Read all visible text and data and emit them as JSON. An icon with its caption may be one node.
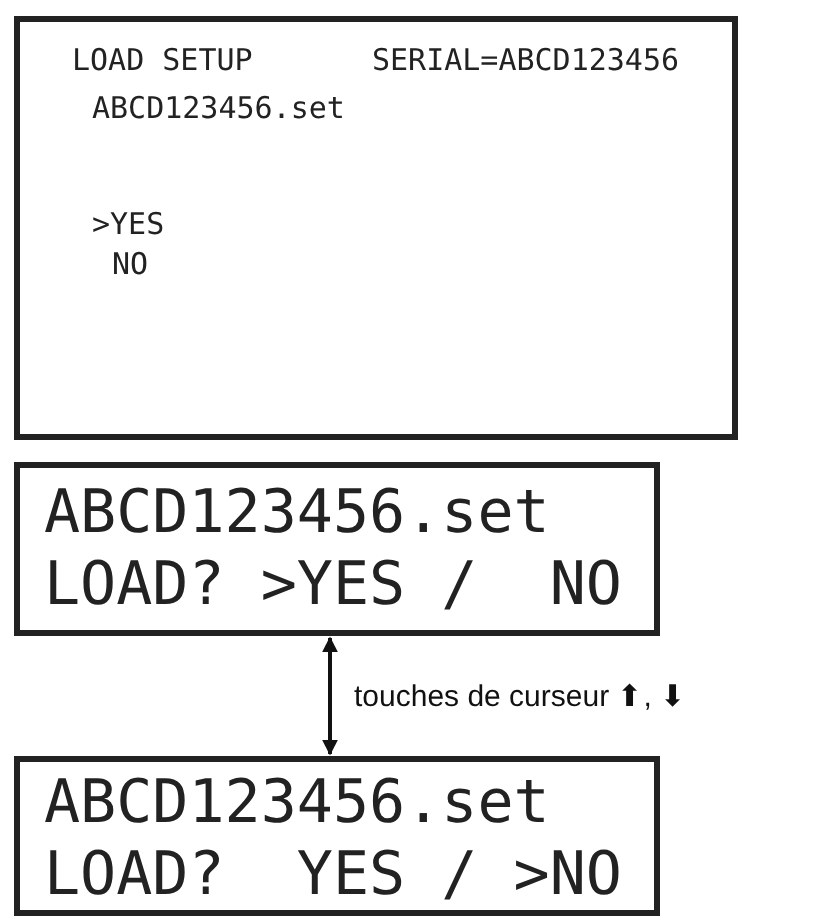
{
  "diagram": {
    "nodes": [
      {
        "text": [
          "LOAD SETUP",
          "SERIAL=ABCD123456",
          "ABCD123456.set",
          ">YES",
          "NO"
        ]
      },
      {
        "text": [
          "ABCD123456.set",
          "LOAD? >YES /  NO"
        ]
      },
      {
        "text": [
          "ABCD123456.set",
          "LOAD?  YES / >NO"
        ]
      }
    ],
    "edges": [
      {
        "from": 1,
        "to": 2,
        "arrow": "both",
        "label": "touches de curseur ⬆, ⬇"
      }
    ]
  }
}
